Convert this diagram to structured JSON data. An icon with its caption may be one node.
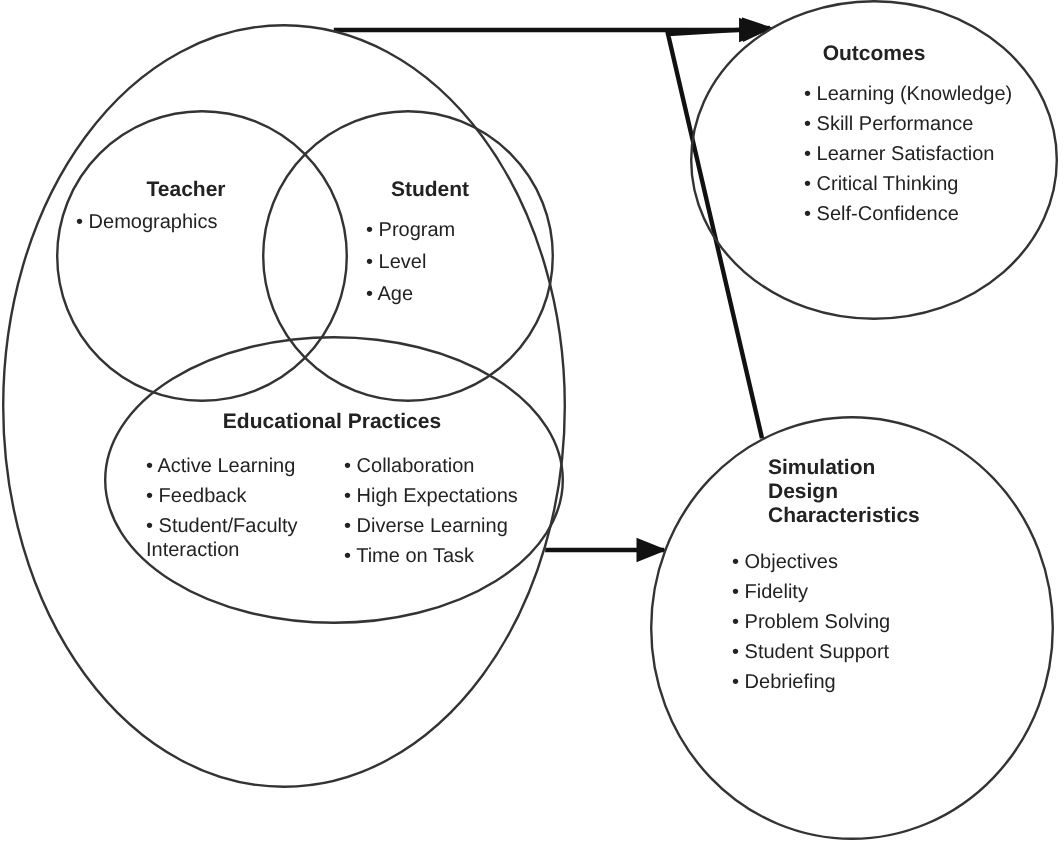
{
  "diagram": {
    "nodes": [
      {
        "text": [],
        "shape": "circle"
      },
      {
        "text": [
          "Teacher",
          "• Demographics"
        ],
        "in": 0
      },
      {
        "text": [
          "Student",
          "• Program",
          "• Level",
          "• Age"
        ],
        "in": 0
      },
      {
        "text": [
          "Educational Practices",
          "• Active Learning",
          "• Feedback",
          "• Student/Faculty Interaction",
          "• Collaboration",
          "• High Expectations",
          "• Diverse Learning",
          "• Time on Task"
        ],
        "in": 0
      },
      {
        "text": [
          "Outcomes",
          "• Learning (Knowledge)",
          "• Skill Performance",
          "• Learner Satisfaction",
          "• Critical Thinking",
          "• Self-Confidence"
        ]
      },
      {
        "text": [
          "Simulation Design Characteristics",
          "• Objectives",
          "• Fidelity",
          "• Problem Solving",
          "• Student Support",
          "• Debriefing"
        ]
      }
    ],
    "edges": [
      {
        "from": 0,
        "to": 4,
        "arrow": "to"
      },
      {
        "from": 0,
        "to": 5,
        "arrow": "to"
      },
      {
        "from": 5,
        "to": 4,
        "arrow": "to"
      }
    ]
  }
}
